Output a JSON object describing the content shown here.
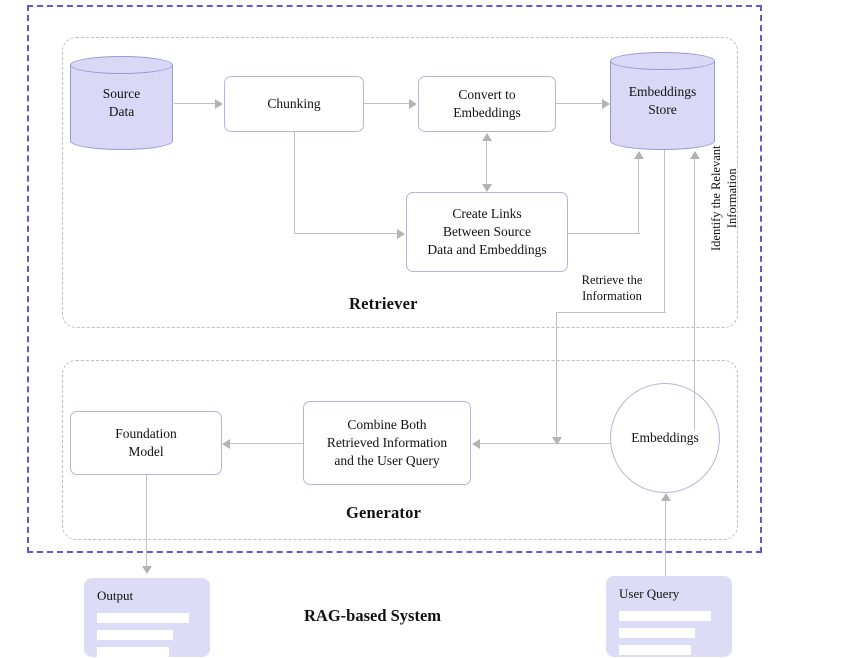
{
  "diagram": {
    "system_title": "RAG-based System",
    "groups": [
      {
        "id": "retriever",
        "title": "Retriever"
      },
      {
        "id": "generator",
        "title": "Generator"
      }
    ],
    "nodes": {
      "source_data": "Source\nData",
      "chunking": "Chunking",
      "convert_to_embeddings": "Convert to\nEmbeddings",
      "embeddings_store": "Embeddings\nStore",
      "create_links": "Create Links\nBetween Source\nData and Embeddings",
      "foundation_model": "Foundation\nModel",
      "combine": "Combine Both\nRetrieved Information\nand the User Query",
      "embeddings_circle": "Embeddings"
    },
    "edge_labels": {
      "retrieve_information": "Retrieve the\nInformation",
      "identify_relevant": "Identify the Relevant\nInformation"
    },
    "cards": {
      "output": {
        "title": "Output"
      },
      "user_query": {
        "title": "User Query"
      }
    },
    "colors": {
      "outer_border": "#5b5bd6",
      "group_border": "#b9bcd8",
      "node_border": "#b3b6e0",
      "cylinder_fill": "#d9d9f7",
      "cylinder_border": "#9a9ad3",
      "card_fill": "#dcdcf7",
      "connector": "#c0c0c0",
      "text": "#111111"
    }
  }
}
